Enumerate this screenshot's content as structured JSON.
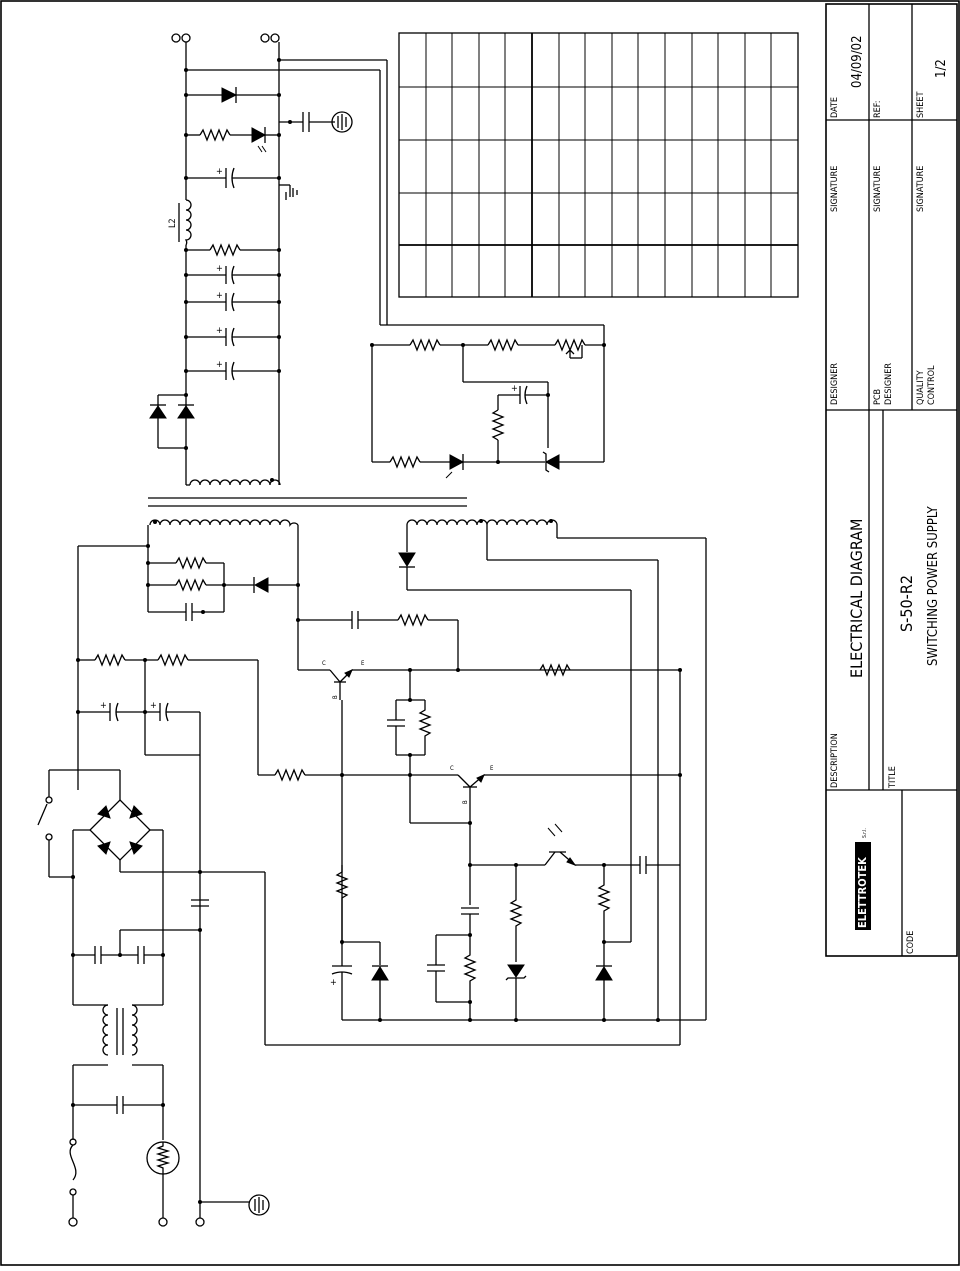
{
  "title_block": {
    "date_label": "DATE",
    "date_value": "04/09/02",
    "ref_label": "REF:",
    "sheet_label": "SHEET",
    "sheet_value": "1/2",
    "signature_label": "SIGNATURE",
    "designer_label": "DESIGNER",
    "pcb_designer_label": "PCB\nDESIGNER",
    "quality_control_label": "QUALITY\nCONTROL",
    "description_label": "DESCRIPTION",
    "description_value": "ELECTRICAL DIAGRAM",
    "title_label": "TITLE",
    "title_value": "S-50-R2",
    "subtitle_value": "SWITCHING POWER SUPPLY",
    "code_label": "CODE",
    "company_logo_text": "ELETTROTEK",
    "company_suffix": "S.r.l."
  },
  "schematic": {
    "inductor_label": "L2",
    "transistor_pin_c": "C",
    "transistor_pin_e": "E",
    "transistor_pin_b": "B",
    "capacitor_plus": "+"
  }
}
